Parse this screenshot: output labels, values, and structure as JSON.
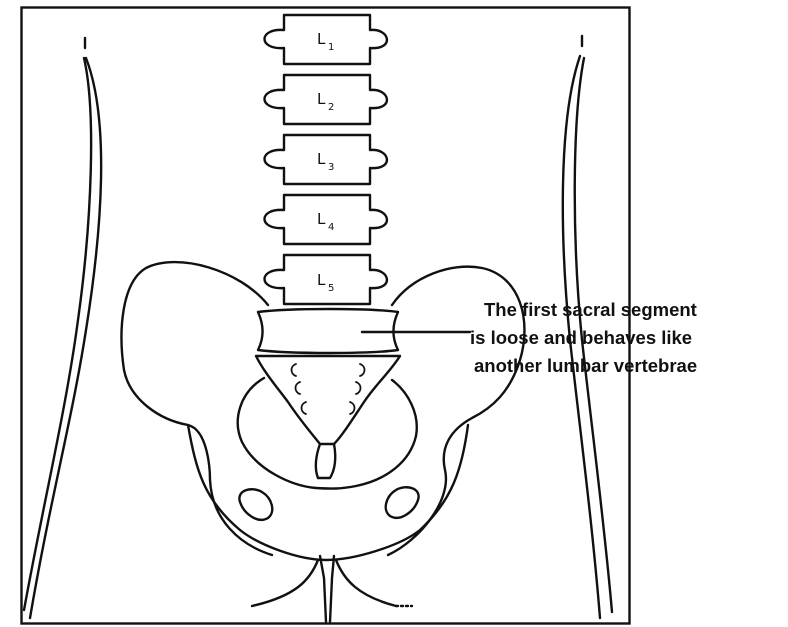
{
  "diagram": {
    "vertebrae": [
      {
        "letter": "L",
        "number": "1"
      },
      {
        "letter": "L",
        "number": "2"
      },
      {
        "letter": "L",
        "number": "3"
      },
      {
        "letter": "L",
        "number": "4"
      },
      {
        "letter": "L",
        "number": "5"
      }
    ],
    "annotation": {
      "lines": [
        "The first sacral segment",
        "is loose and behaves like",
        "another lumbar vertebrae"
      ]
    }
  }
}
